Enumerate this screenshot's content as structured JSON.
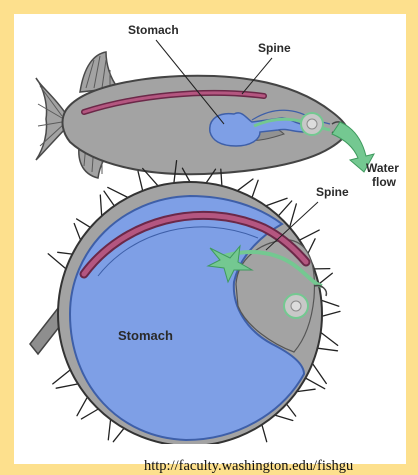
{
  "labels": {
    "stomach_top": "Stomach",
    "spine_top": "Spine",
    "water_flow_line1": "Water",
    "water_flow_line2": "flow",
    "spine_bottom": "Spine",
    "stomach_bottom": "Stomach"
  },
  "source": "http://faculty.washington.edu/fishgu",
  "colors": {
    "background": "#fde08d",
    "body_gray": "#a3a3a3",
    "stomach_blue": "#7e9fe6",
    "spine_maroon": "#9a3a62",
    "water_green": "#74c891"
  }
}
